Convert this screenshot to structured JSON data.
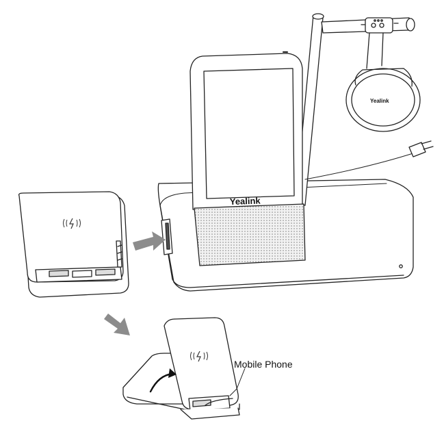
{
  "brand": {
    "base_logo": "Yealink",
    "headset_logo": "Yealink"
  },
  "wireless_charger_icon": "wireless-charging-icon",
  "callouts": {
    "mobile_phone": "Mobile Phone"
  },
  "colors": {
    "line": "#222222",
    "arrow": "#8c8c8c",
    "speaker_grille": "#e9e9e9",
    "screen": "#ffffff"
  }
}
